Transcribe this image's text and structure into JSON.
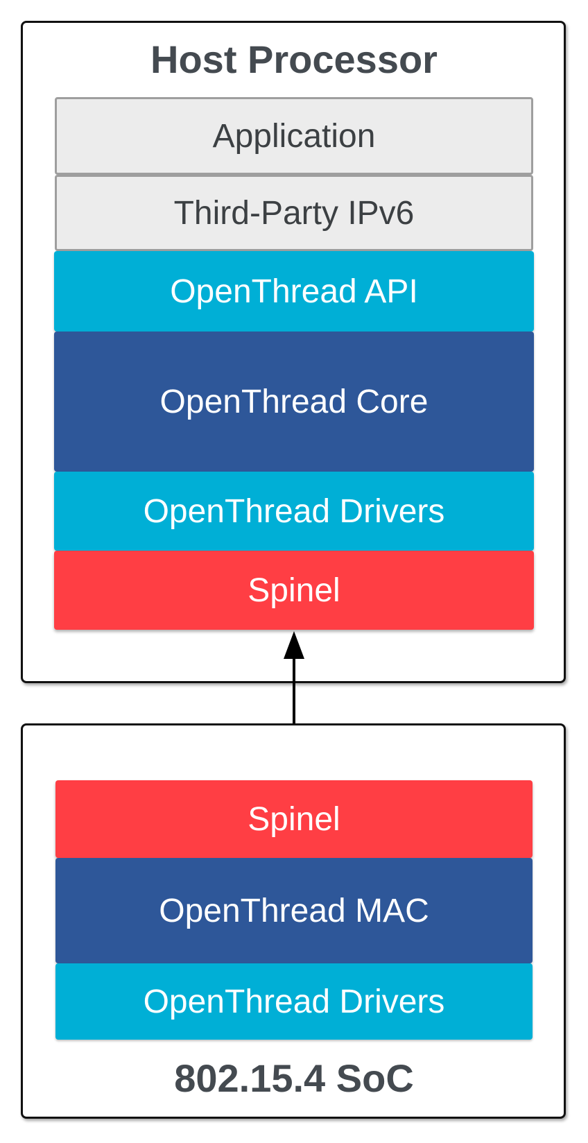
{
  "host": {
    "title": "Host Processor",
    "layers": {
      "application": "Application",
      "ipv6": "Third-Party IPv6",
      "api": "OpenThread API",
      "core": "OpenThread Core",
      "drivers": "OpenThread Drivers",
      "spinel": "Spinel"
    }
  },
  "soc": {
    "title": "802.15.4 SoC",
    "layers": {
      "spinel": "Spinel",
      "mac": "OpenThread MAC",
      "drivers": "OpenThread Drivers"
    }
  },
  "colors": {
    "light_layer": "#ececec",
    "cyan_layer": "#00afd6",
    "navy_layer": "#2e5799",
    "red_layer": "#ff3e44",
    "title_text": "#444a50"
  }
}
